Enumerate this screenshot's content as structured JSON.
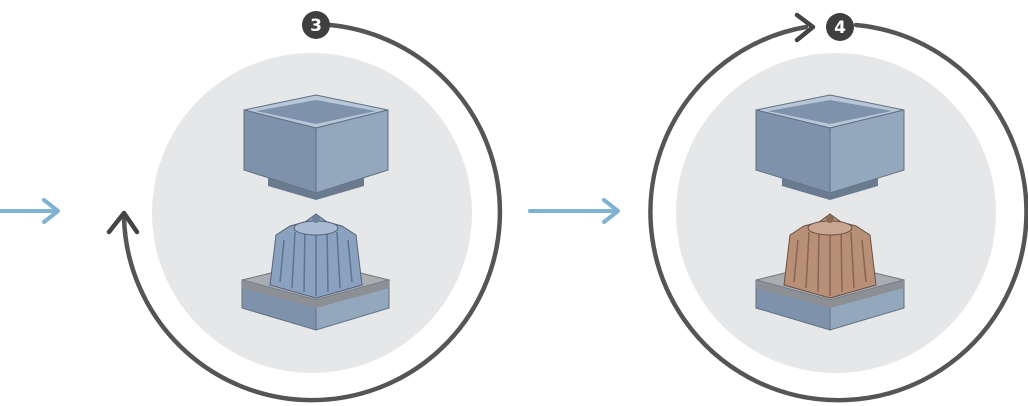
{
  "steps": [
    {
      "number": "3",
      "core_state": "blue"
    },
    {
      "number": "4",
      "core_state": "bronze"
    }
  ],
  "colors": {
    "background": "#ffffff",
    "circle_fill": "#e6e7e9",
    "ring": "#555555",
    "badge": "#3f3f3f",
    "flow_arrow": "#7eb2cf",
    "mold_side": "#7e93ab",
    "mold_side_light": "#93a7bd",
    "mold_top": "#b8c7d7",
    "base_grey": "#8c8f93",
    "core_blue": "#8aa2c0",
    "core_bronze": "#b89078"
  },
  "icons": [
    "flow-arrow-icon",
    "cycle-arrow-icon",
    "mold-lid-icon",
    "mold-core-icon"
  ]
}
